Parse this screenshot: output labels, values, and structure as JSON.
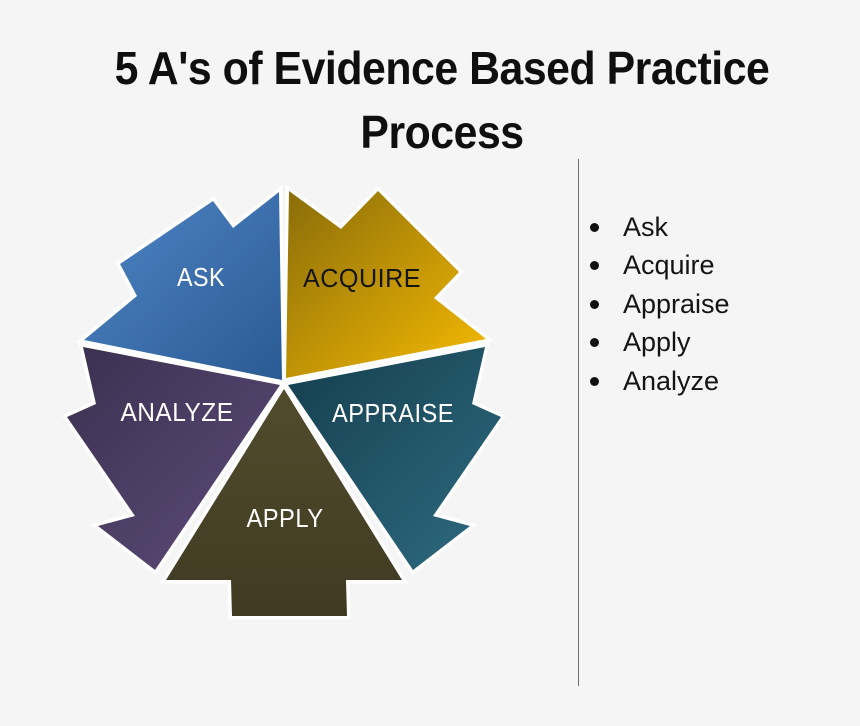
{
  "title": {
    "line1": "5 A's of Evidence Based Practice",
    "line2": "Process"
  },
  "background_color": "#f5f5f5",
  "diagram": {
    "name": "5 A's star process diagram",
    "segments": [
      {
        "id": "ask",
        "label": "ASK",
        "label_color": "#ffffff",
        "gradient": [
          "#4f86c6",
          "#2a5a93"
        ]
      },
      {
        "id": "acquire",
        "label": "ACQUIRE",
        "label_color": "#141414",
        "gradient": [
          "#8a6d0a",
          "#f7bb02"
        ]
      },
      {
        "id": "appraise",
        "label": "APPRAISE",
        "label_color": "#ffffff",
        "gradient": [
          "#143e4e",
          "#2f6b80"
        ]
      },
      {
        "id": "apply",
        "label": "APPLY",
        "label_color": "#ffffff",
        "gradient": [
          "#524c2d",
          "#3f3a22"
        ]
      },
      {
        "id": "analyze",
        "label": "ANALYZE",
        "label_color": "#ffffff",
        "gradient": [
          "#3b3050",
          "#5e4c7a"
        ]
      }
    ]
  },
  "divider_color": "#6f6f6f",
  "legend": {
    "items": [
      "Ask",
      "Acquire",
      "Appraise",
      "Apply",
      "Analyze"
    ],
    "bullet_color": "#111111"
  }
}
